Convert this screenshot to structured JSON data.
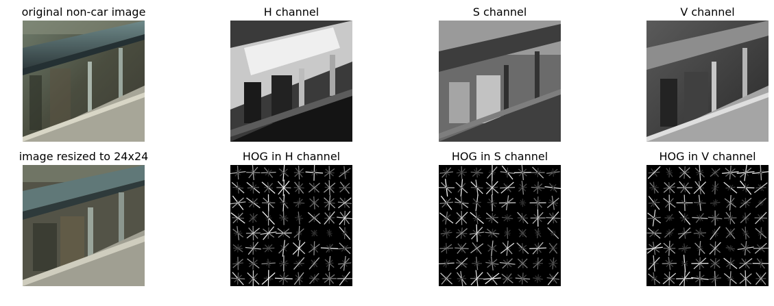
{
  "figure": {
    "panels": [
      {
        "id": "original",
        "title": "original non-car image",
        "kind": "photo"
      },
      {
        "id": "h-channel",
        "title": "H channel",
        "kind": "channel-h"
      },
      {
        "id": "s-channel",
        "title": "S channel",
        "kind": "channel-s"
      },
      {
        "id": "v-channel",
        "title": "V channel",
        "kind": "channel-v"
      },
      {
        "id": "resized",
        "title": "image resized to 24x24",
        "kind": "photo-resized"
      },
      {
        "id": "hog-h",
        "title": "HOG in H channel",
        "kind": "hog"
      },
      {
        "id": "hog-s",
        "title": "HOG in S channel",
        "kind": "hog"
      },
      {
        "id": "hog-v",
        "title": "HOG in V channel",
        "kind": "hog"
      }
    ]
  }
}
